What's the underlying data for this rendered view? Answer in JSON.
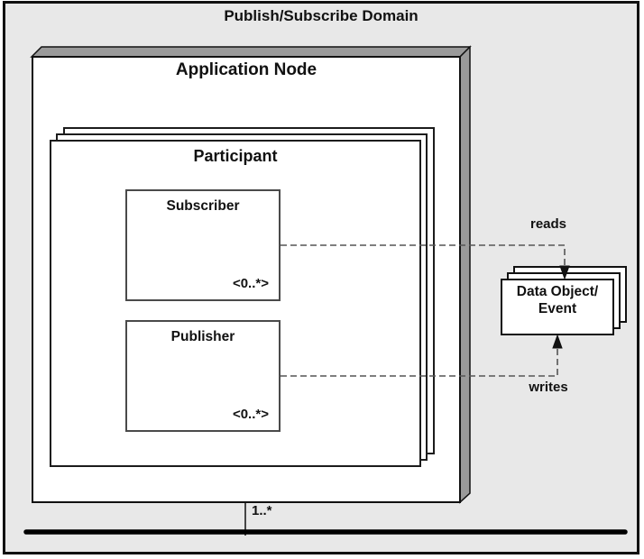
{
  "diagram": {
    "title": "Publish/Subscribe Domain",
    "application_node": {
      "title": "Application Node",
      "bus_multiplicity": "1..*"
    },
    "participant": {
      "title": "Participant",
      "stack_count": 3,
      "subscriber": {
        "title": "Subscriber",
        "multiplicity": "<0..*>"
      },
      "publisher": {
        "title": "Publisher",
        "multiplicity": "<0..*>"
      }
    },
    "data_object": {
      "label_line1": "Data Object/",
      "label_line2": "Event",
      "stack_count": 3
    },
    "relations": {
      "reads_label": "reads",
      "writes_label": "writes"
    },
    "colors": {
      "domain_fill": "#e8e8e8",
      "node_side_fill": "#9a9a9a",
      "box_fill": "#ffffff",
      "line_color": "#111111",
      "dash_color": "#555555"
    }
  }
}
